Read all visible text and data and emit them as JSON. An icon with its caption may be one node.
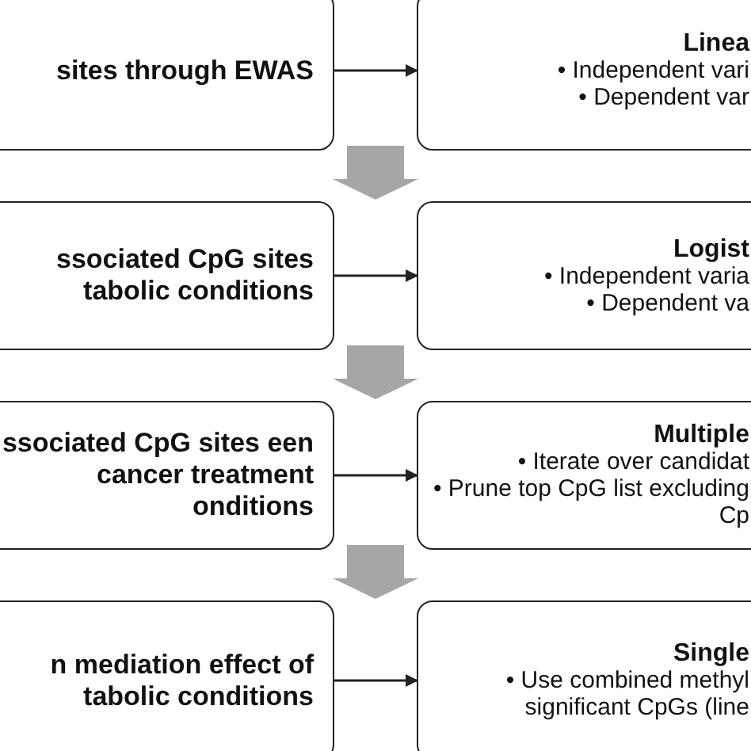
{
  "diagram": {
    "nodes": [
      {
        "text": [
          "sites through EWAS"
        ]
      },
      {
        "text": [
          "Linea",
          "• Independent vari",
          "• Dependent var"
        ]
      },
      {
        "text": [
          "ssociated CpG sites tabolic conditions"
        ]
      },
      {
        "text": [
          "Logist",
          "• Independent varia",
          "• Dependent va"
        ]
      },
      {
        "text": [
          "ssociated CpG sites een cancer treatment onditions"
        ]
      },
      {
        "text": [
          "Multiple",
          "• Iterate over candidat",
          "• Prune top CpG list excluding Cp"
        ]
      },
      {
        "text": [
          "n mediation effect of tabolic conditions"
        ]
      },
      {
        "text": [
          "Single",
          "• Use combined methyl significant CpGs (line"
        ]
      }
    ],
    "edges": [
      {
        "from": 0,
        "to": 1,
        "arrow": "to"
      },
      {
        "from": 2,
        "to": 3,
        "arrow": "to"
      },
      {
        "from": 4,
        "to": 5,
        "arrow": "to"
      },
      {
        "from": 6,
        "to": 7,
        "arrow": "to"
      },
      {
        "from": 0,
        "to": 2,
        "arrow": "to",
        "style": "thick",
        "color": "#a6a6a6"
      },
      {
        "from": 2,
        "to": 4,
        "arrow": "to",
        "style": "thick",
        "color": "#a6a6a6"
      },
      {
        "from": 4,
        "to": 6,
        "arrow": "to",
        "style": "thick",
        "color": "#a6a6a6"
      }
    ]
  }
}
